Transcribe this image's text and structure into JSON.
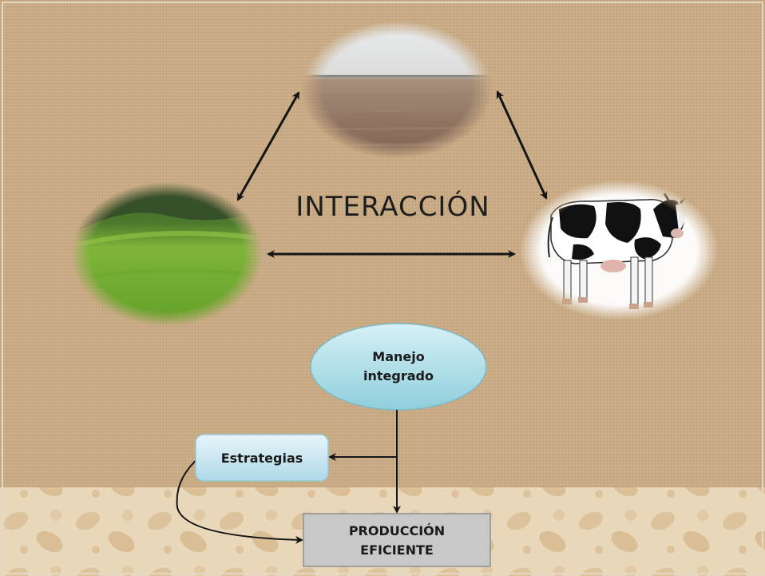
{
  "title": "INTERACCIÓN",
  "nodes": {
    "manejo": {
      "line1": "Manejo",
      "line2": "integrado"
    },
    "estrategias": {
      "label": "Estrategias"
    },
    "produccion": {
      "line1": "PRODUCCIÓN",
      "line2": "EFICIENTE"
    }
  },
  "illustrations": {
    "soil": "bare-soil-field-photo",
    "pasture": "green-pasture-photo",
    "cow": "holstein-cow-photo"
  },
  "colors": {
    "background": "#c8aa84",
    "footer_band": "#e7d5b5",
    "arrow": "#151515",
    "manejo_fill": "#a9dde6",
    "estrategias_fill": "#cfe9f1",
    "produccion_fill": "#c8c8c8"
  }
}
